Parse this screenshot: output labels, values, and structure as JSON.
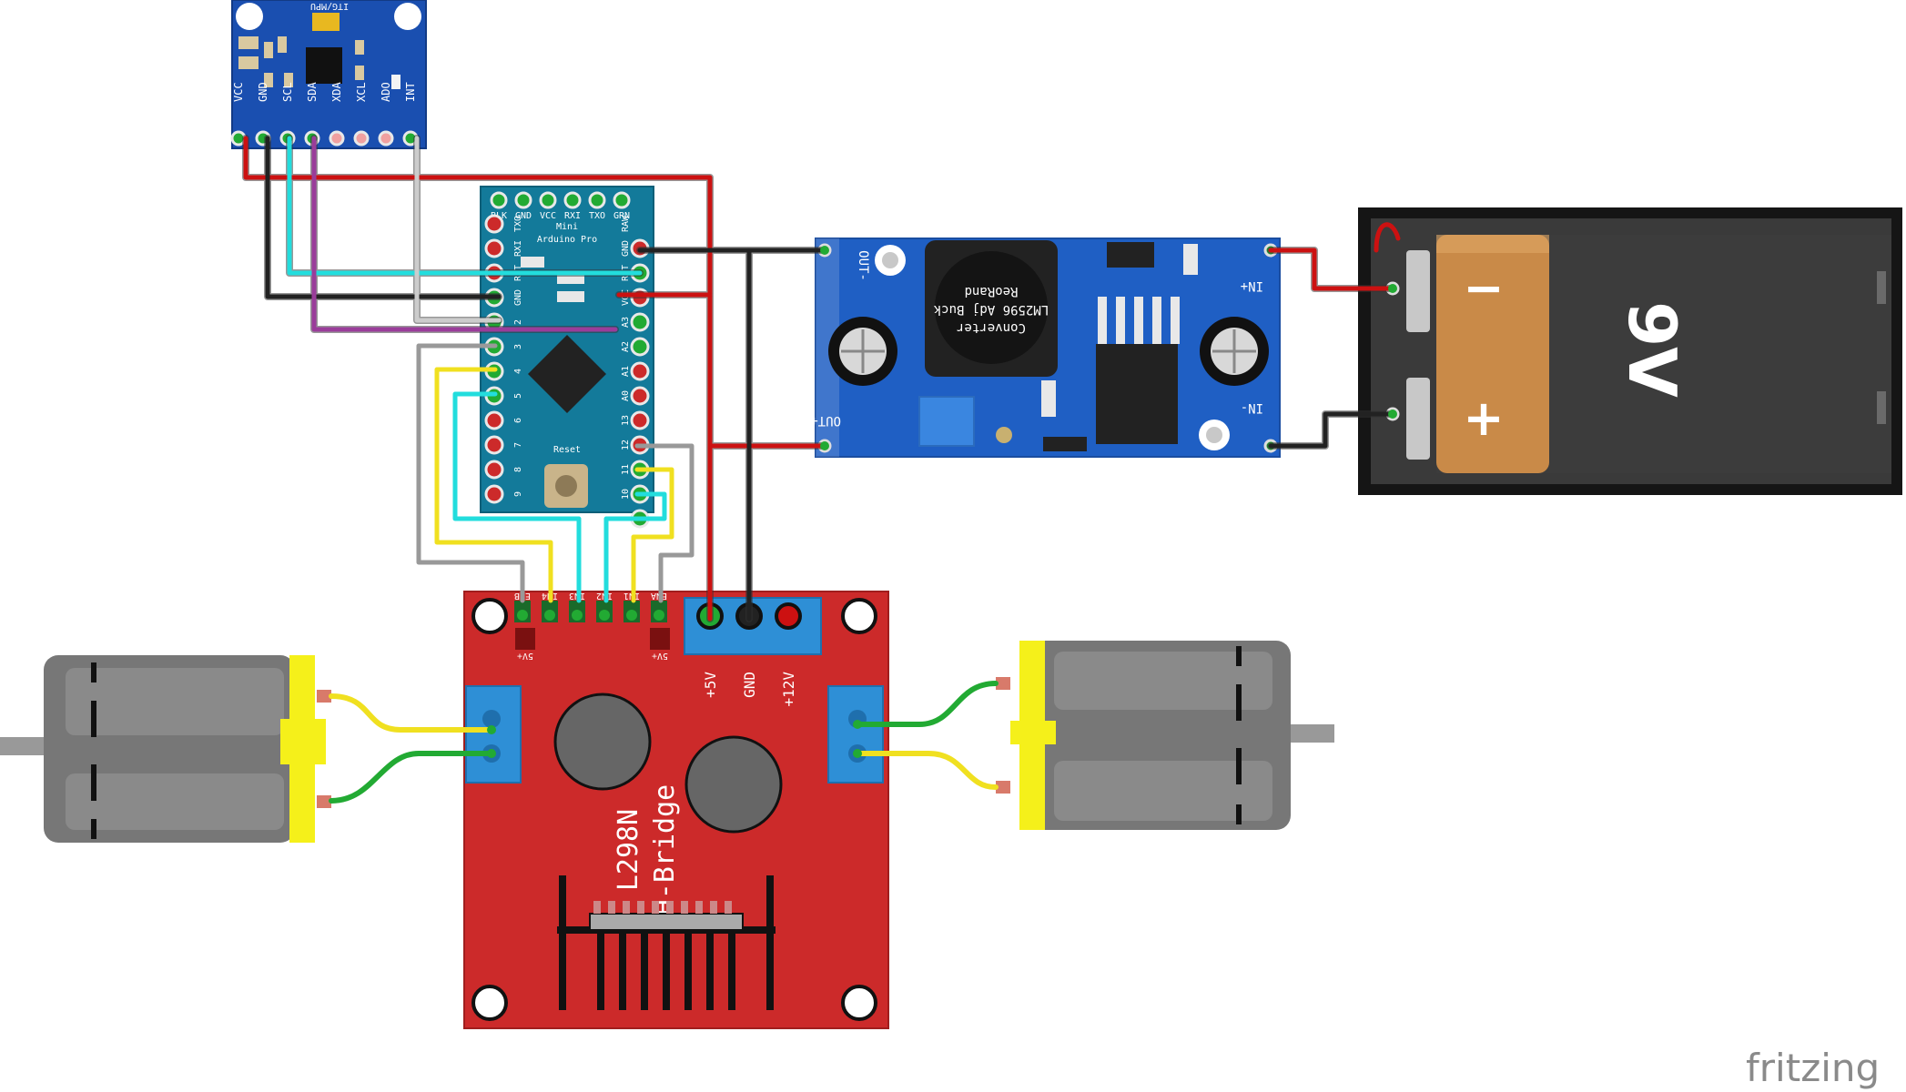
{
  "mpu": {
    "title": "ITG/MPU",
    "pins": [
      "VCC",
      "GND",
      "SCL",
      "SDA",
      "XDA",
      "XCL",
      "ADO",
      "INT"
    ]
  },
  "arduino": {
    "name_line1": "Mini",
    "name_line2": "Arduino Pro",
    "top_pins": [
      "BLK",
      "GND",
      "VCC",
      "RXI",
      "TXO",
      "GRN"
    ],
    "left_pins": [
      "TXO",
      "RXI",
      "RST",
      "GND",
      "2",
      "3",
      "4",
      "5",
      "6",
      "7",
      "8",
      "9"
    ],
    "right_pins": [
      "RAW",
      "GND",
      "RST",
      "VCC",
      "A3",
      "A2",
      "A1",
      "A0",
      "13",
      "12",
      "11",
      "10"
    ],
    "reset_label": "Reset"
  },
  "buck": {
    "line1": "Converter",
    "line2": "LM2596 Adj Buck",
    "line3": "ReoRand",
    "out_minus": "OUT-",
    "out_plus": "OUT+",
    "in_plus": "IN+",
    "in_minus": "IN-"
  },
  "battery": {
    "label": "9V",
    "minus": "−",
    "plus": "+"
  },
  "hbridge": {
    "line1": "L298N",
    "line2": "H-Bridge",
    "header_pins": [
      "ENB",
      "IN4",
      "IN3",
      "IN2",
      "IN1",
      "ENA"
    ],
    "jumper_left": "5V+",
    "jumper_right": "5V+",
    "terminals": [
      "+5V",
      "GND",
      "+12V"
    ]
  },
  "watermark": "fritzing",
  "colors": {
    "red_wire": "#cc1111",
    "black_wire": "#222222",
    "cyan_wire": "#22dddd",
    "yellow_wire": "#f0e020",
    "gray_wire": "#999999",
    "purple_wire": "#9a3d9a",
    "green_wire": "#22aa33",
    "mpu_board": "#1a4fb0",
    "arduino_board": "#137a9a",
    "buck_board": "#1f5fc4",
    "hbridge_board": "#cc2a2a",
    "motor_body": "#777777",
    "motor_cap": "#f5f01a"
  }
}
